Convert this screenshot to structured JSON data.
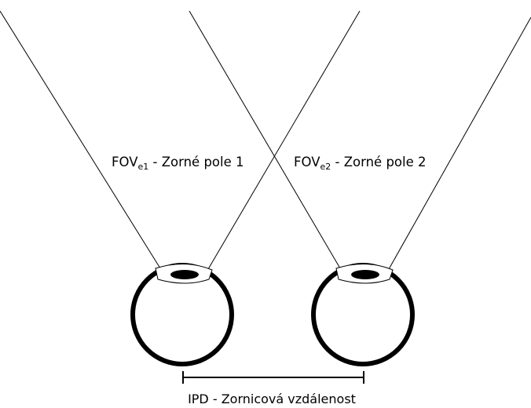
{
  "fov_label_1": {
    "prefix": "FOV",
    "subscript": "e1",
    "text": " - Zorné pole 1"
  },
  "fov_label_2": {
    "prefix": "FOV",
    "subscript": "e2",
    "text": " - Zorné pole 2"
  },
  "ipd_label": "IPD - Zornicová vzdálenost",
  "colors": {
    "stroke": "#000000",
    "background": "#ffffff"
  }
}
